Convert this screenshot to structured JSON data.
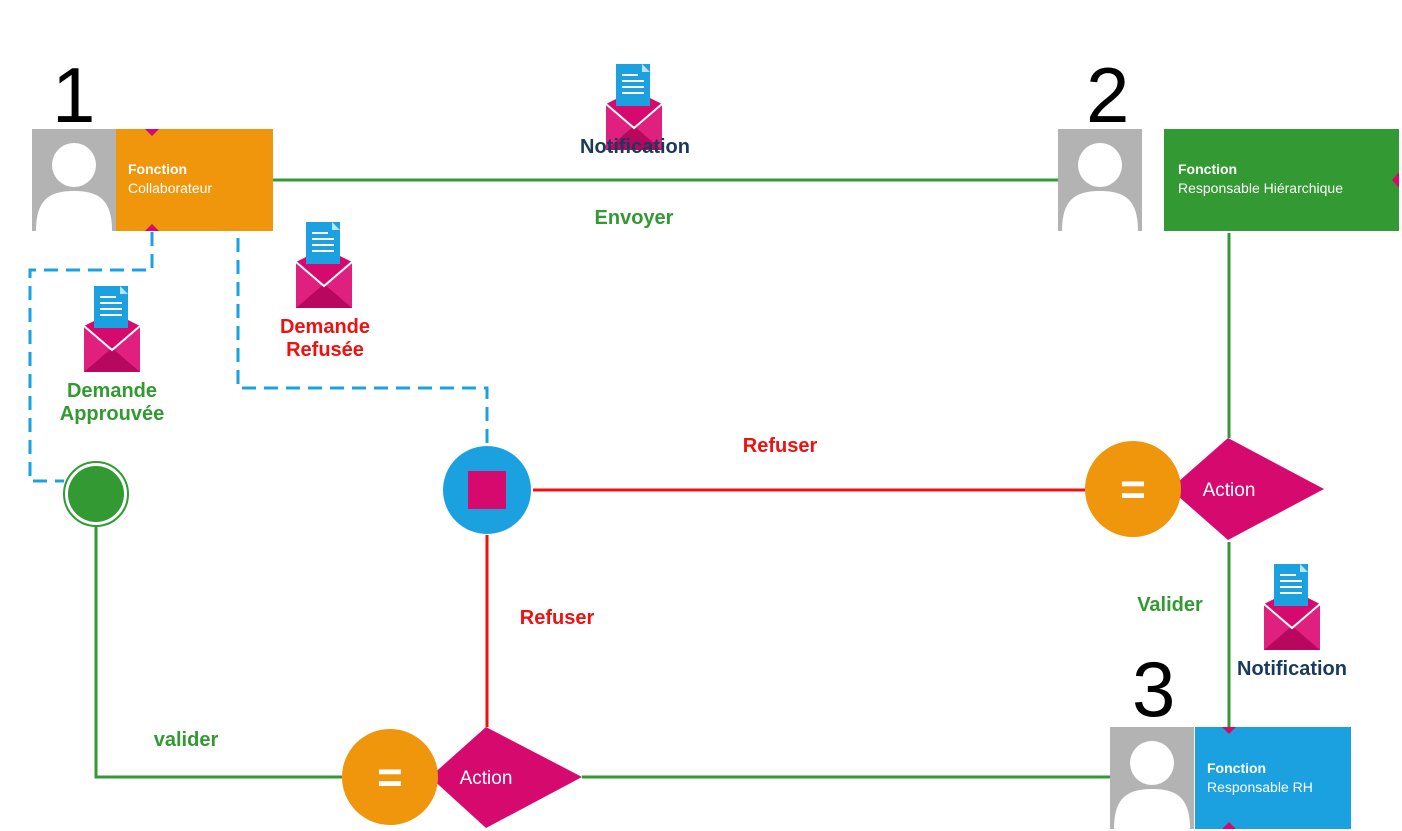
{
  "colors": {
    "green": "#339933",
    "orange": "#f0960c",
    "magenta": "#d6096f",
    "blue": "#1ca1e0",
    "red": "#ee1111",
    "navy": "#1a3a5c",
    "avatar_bg": "#b3b3b3"
  },
  "actors": [
    {
      "number": "1",
      "title": "Fonction",
      "name": "Collaborateur",
      "color": "orange"
    },
    {
      "number": "2",
      "title": "Fonction",
      "name": "Responsable Hiérarchique",
      "color": "green"
    },
    {
      "number": "3",
      "title": "Fonction",
      "name": "Responsable RH",
      "color": "blue"
    }
  ],
  "gateways": [
    {
      "symbol": "=",
      "label": "Action"
    },
    {
      "symbol": "=",
      "label": "Action"
    }
  ],
  "events": {
    "end_approved": "approved-end-event",
    "end_refused": "refused-end-event"
  },
  "flow_labels": {
    "envoyer": "Envoyer",
    "refuser_top": "Refuser",
    "refuser_left": "Refuser",
    "valider_right": "Valider",
    "valider_bottom": "valider"
  },
  "messages": {
    "notification_top": "Notification",
    "demande_refusee": [
      "Demande",
      "Refusée"
    ],
    "demande_approuvee": [
      "Demande",
      "Approuvée"
    ],
    "notification_bottom": "Notification"
  },
  "icons": {
    "message": "envelope-document-icon",
    "avatar": "user-avatar-icon"
  }
}
